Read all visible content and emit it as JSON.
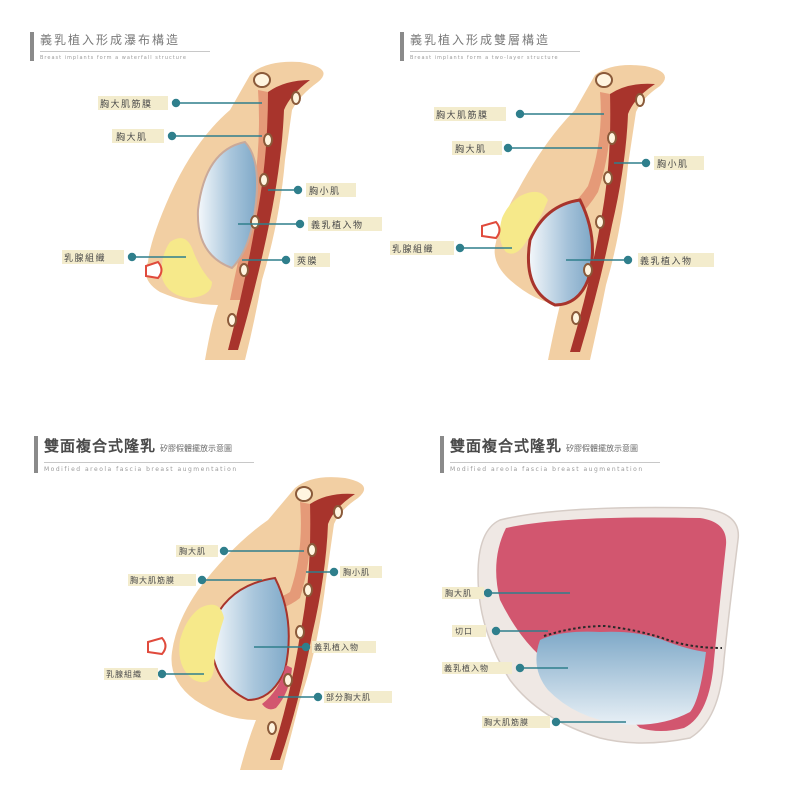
{
  "panel1": {
    "title": "義乳植入形成瀑布構造",
    "subtitle": "Breast implants form a waterfall structure",
    "labels": {
      "pectoral_fascia": "胸大肌筋膜",
      "pectoralis_major": "胸大肌",
      "pectoralis_minor": "胸小肌",
      "implant": "義乳植入物",
      "gland": "乳腺組織",
      "capsule": "莢膜"
    }
  },
  "panel2": {
    "title": "義乳植入形成雙層構造",
    "subtitle": "Breast implants form a two-layer structure",
    "labels": {
      "pectoral_fascia": "胸大肌筋膜",
      "pectoralis_major": "胸大肌",
      "pectoralis_minor": "胸小肌",
      "gland": "乳腺組織",
      "implant": "義乳植入物"
    }
  },
  "panel3": {
    "title": "雙面複合式隆乳",
    "title_note": "矽膠假體擺放示意圖",
    "subtitle": "Modified areola fascia breast augmentation",
    "labels": {
      "pectoralis_major": "胸大肌",
      "pectoral_fascia": "胸大肌筋膜",
      "pectoralis_minor": "胸小肌",
      "implant": "義乳植入物",
      "gland": "乳腺組織",
      "partial_pectoralis": "部分胸大肌"
    }
  },
  "panel4": {
    "title": "雙面複合式隆乳",
    "title_note": "矽膠假體擺放示意圖",
    "subtitle": "Modified areola fascia breast augmentation",
    "labels": {
      "pectoralis_major": "胸大肌",
      "incision": "切口",
      "implant": "義乳植入物",
      "pectoral_fascia": "胸大肌筋膜"
    }
  },
  "colors": {
    "skin": "#f2cfa3",
    "muscle": "#a8342c",
    "muscle_light": "#e59a78",
    "implant_blue": "#8db3cf",
    "gland": "#f6e98a",
    "nipple": "#e04a3c",
    "marker": "#2f7f8c",
    "pink_muscle": "#d2566f"
  }
}
